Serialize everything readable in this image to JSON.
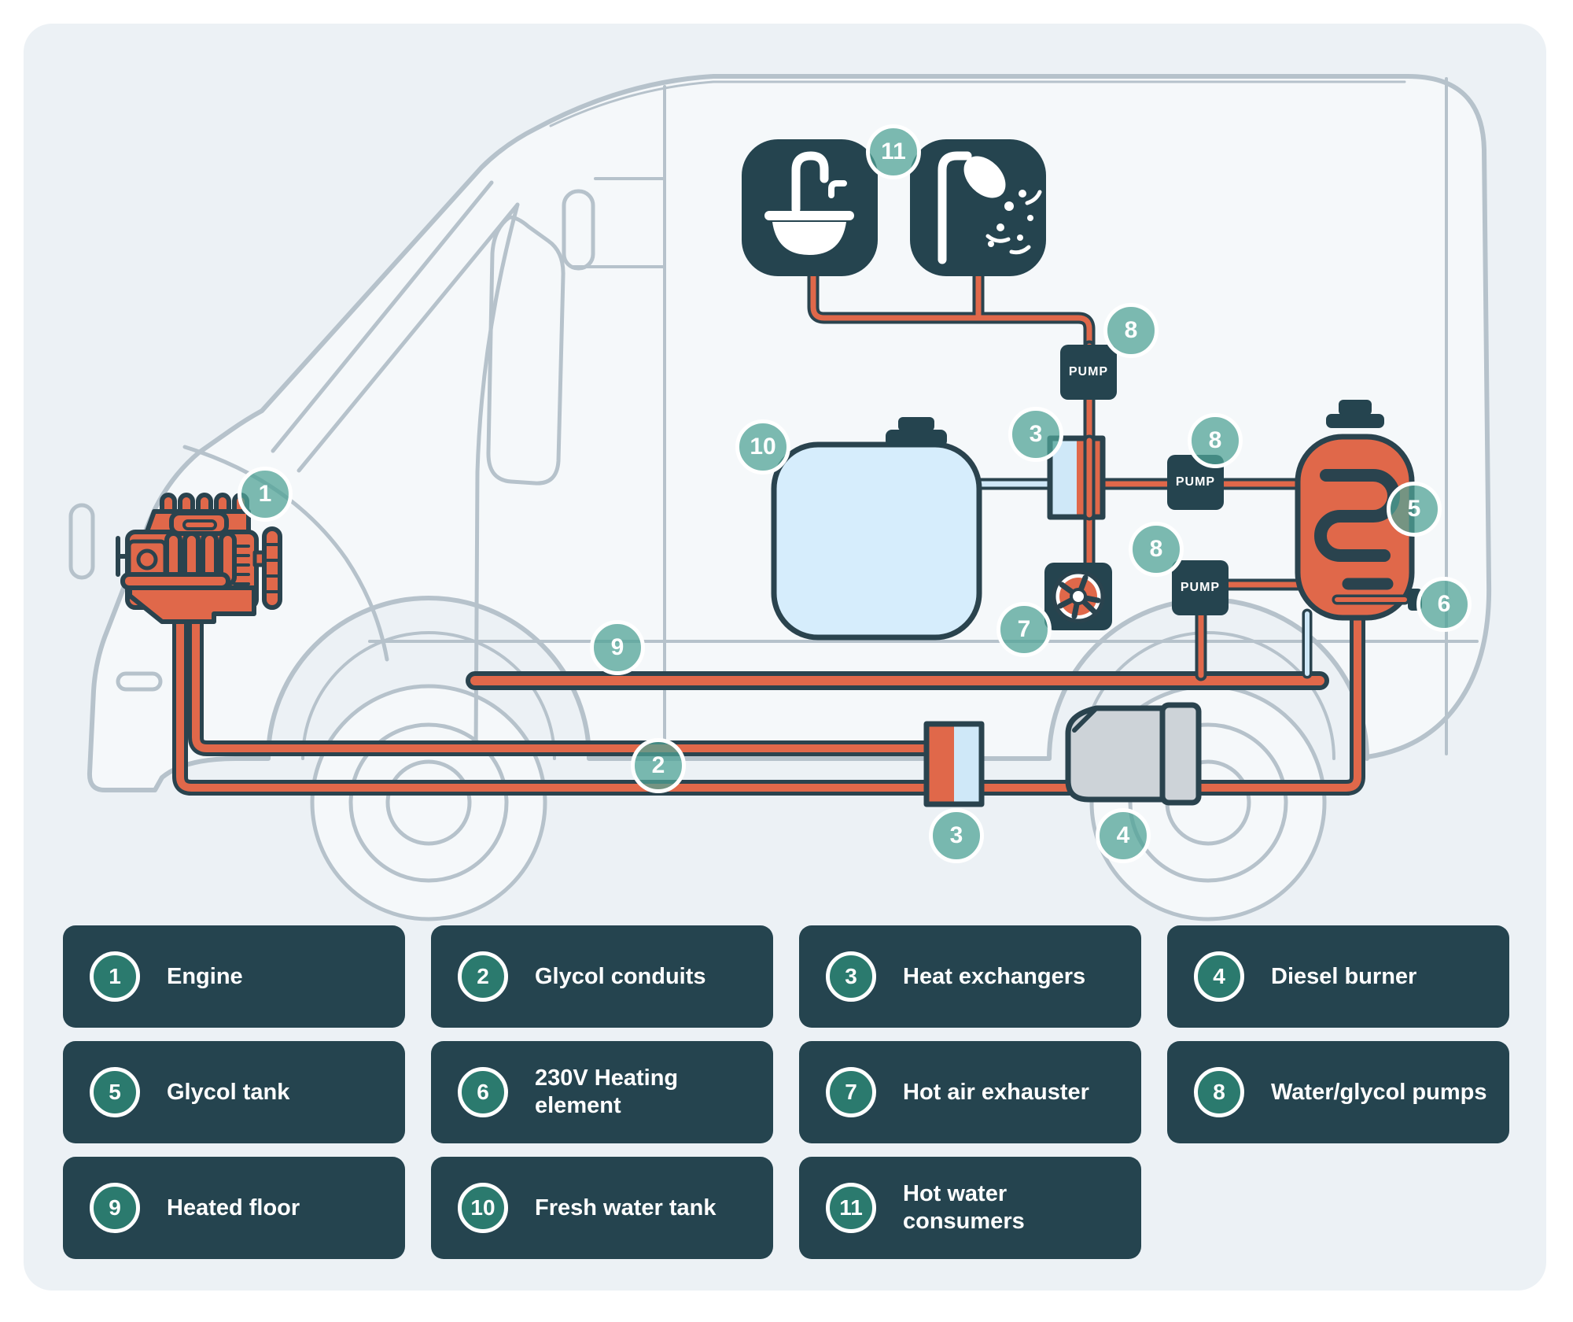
{
  "diagram": {
    "pump_label": "PUMP",
    "badges": [
      {
        "name": "engine",
        "number": "1"
      },
      {
        "name": "glycol-conduits",
        "number": "2"
      },
      {
        "name": "heat-exchanger-top",
        "number": "3"
      },
      {
        "name": "heat-exchanger-bottom",
        "number": "3"
      },
      {
        "name": "diesel-burner",
        "number": "4"
      },
      {
        "name": "glycol-tank",
        "number": "5"
      },
      {
        "name": "heating-element",
        "number": "6"
      },
      {
        "name": "hot-air-exhauster",
        "number": "7"
      },
      {
        "name": "pump-consumers",
        "number": "8"
      },
      {
        "name": "pump-tank",
        "number": "8"
      },
      {
        "name": "pump-floor",
        "number": "8"
      },
      {
        "name": "heated-floor",
        "number": "9"
      },
      {
        "name": "fresh-water-tank",
        "number": "10"
      },
      {
        "name": "hot-water-consumers",
        "number": "11"
      }
    ]
  },
  "legend": {
    "items": [
      {
        "number": "1",
        "label": "Engine"
      },
      {
        "number": "2",
        "label": "Glycol conduits"
      },
      {
        "number": "3",
        "label": "Heat exchangers"
      },
      {
        "number": "4",
        "label": "Diesel burner"
      },
      {
        "number": "5",
        "label": "Glycol tank"
      },
      {
        "number": "6",
        "label": "230V Heating element"
      },
      {
        "number": "7",
        "label": "Hot air exhauster"
      },
      {
        "number": "8",
        "label": "Water/glycol pumps"
      },
      {
        "number": "9",
        "label": "Heated floor"
      },
      {
        "number": "10",
        "label": "Fresh water tank"
      },
      {
        "number": "11",
        "label": "Hot water consumers"
      }
    ]
  },
  "colors": {
    "orange": "#e0684a",
    "slate": "#25444f",
    "outline": "#2a434e",
    "panel_bg": "#ecf1f5",
    "van_fill": "#f5f8fa",
    "van_gray": "#b6c2cb",
    "tank_blue": "#d6edfc",
    "pipe_blue": "#cfe8f8",
    "burner_gray": "#cdd3d8",
    "badge_teal": "rgba(79,163,150,0.74)",
    "badge_dark_teal": "#2b7a6e"
  }
}
